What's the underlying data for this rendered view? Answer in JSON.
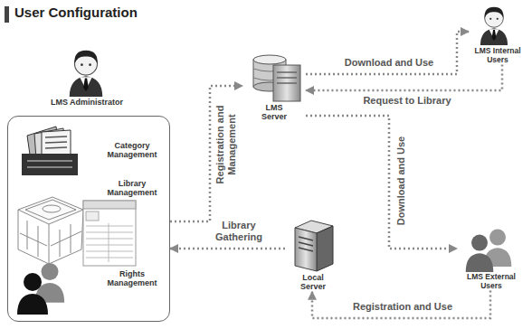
{
  "diagram": {
    "title": "User Configuration",
    "nodes": [
      {
        "text": [
          "LMS Administrator"
        ]
      },
      {
        "text": [
          "Category Management"
        ],
        "in": 0
      },
      {
        "text": [
          "Library Management"
        ],
        "in": 0
      },
      {
        "text": [
          "Rights Management"
        ],
        "in": 0
      },
      {
        "text": [
          "LMS Server"
        ]
      },
      {
        "text": [
          "LMS Internal Users"
        ]
      },
      {
        "text": [
          "Local Server"
        ]
      },
      {
        "text": [
          "LMS External Users"
        ]
      }
    ],
    "edges": [
      {
        "from": 0,
        "to": 4,
        "label": "Registration and Management",
        "arrow": "to"
      },
      {
        "from": 4,
        "to": 5,
        "label": "Download and Use",
        "arrow": "to"
      },
      {
        "from": 5,
        "to": 4,
        "label": "Request to Library",
        "arrow": "to"
      },
      {
        "from": 4,
        "to": 7,
        "label": "Download and Use",
        "arrow": "to"
      },
      {
        "from": 6,
        "to": 0,
        "label": "Library Gathering",
        "arrow": "to"
      },
      {
        "from": 7,
        "to": 6,
        "label": "Registration and Use",
        "arrow": "to"
      }
    ]
  }
}
